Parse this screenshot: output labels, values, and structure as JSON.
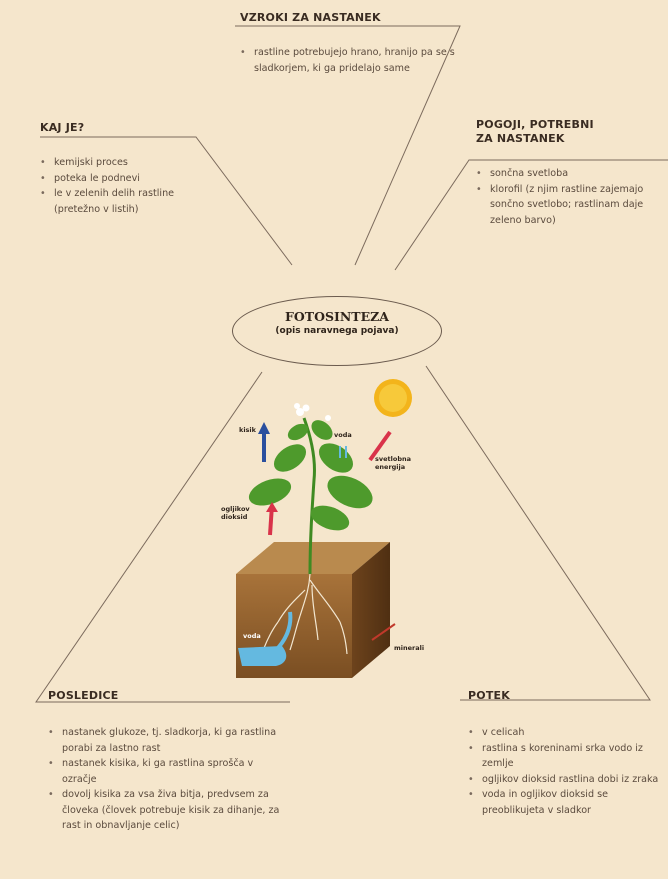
{
  "center": {
    "title": "FOTOSINTEZA",
    "subtitle": "(opis naravnega pojava)"
  },
  "sections": {
    "vzroki": {
      "title": "VZROKI ZA NASTANEK",
      "items": [
        "rastline potrebujejo hrano, hranijo pa se s sladkorjem, ki ga pridelajo same"
      ]
    },
    "kaj": {
      "title": "KAJ JE?",
      "items": [
        "kemijski proces",
        "poteka le podnevi",
        "le v zelenih delih rastline (pretežno v listih)"
      ]
    },
    "pogoji": {
      "title_line1": "POGOJI, POTREBNI",
      "title_line2": "ZA NASTANEK",
      "items": [
        "sončna svetloba",
        "klorofil (z njim rastline zajemajo sončno svetlobo; rastlinam daje zeleno barvo)"
      ]
    },
    "posledice": {
      "title": "POSLEDICE",
      "items": [
        "nastanek glukoze, tj. sladkorja, ki ga rastlina porabi za lastno rast",
        "nastanek kisika, ki ga rastlina sprošča v ozračje",
        "dovolj kisika za vsa živa bitja, predvsem za človeka (človek potrebuje kisik za dihanje, za rast in obnavljanje celic)"
      ]
    },
    "potek": {
      "title": "POTEK",
      "items": [
        "v celicah",
        "rastlina s koreninami srka vodo iz zemlje",
        "ogljikov dioksid rastlina dobi iz zraka",
        "voda in ogljikov dioksid se preoblikujeta v sladkor"
      ]
    }
  },
  "illustration": {
    "kisik": "kisik",
    "voda_top": "voda",
    "svetlobna": "svetlobna energija",
    "co2": "ogljikov dioksid",
    "voda_bottom": "voda",
    "minerali": "minerali"
  },
  "colors": {
    "background": "#f5e6cc",
    "leaf": "#4e9a2c",
    "soil": "#9b6a32",
    "sun": "#f3b41b",
    "water": "#64b9e0",
    "arrow_blue": "#2a4f9e",
    "arrow_red": "#d9334a"
  }
}
